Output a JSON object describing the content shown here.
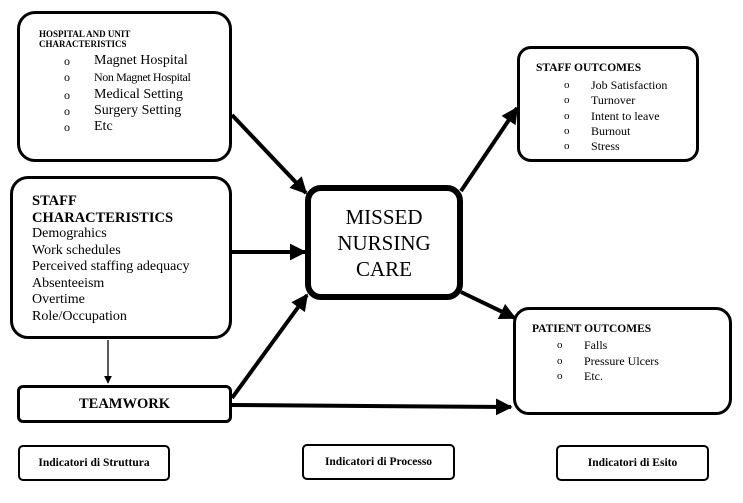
{
  "hospital": {
    "title": "HOSPITAL AND UNIT CHARACTERISTICS",
    "bullet": "o",
    "items": [
      "Magnet Hospital",
      "Non Magnet Hospital",
      "Medical Setting",
      "Surgery Setting",
      "Etc"
    ]
  },
  "staff_characteristics": {
    "title": "STAFF CHARACTERISTICS",
    "items": [
      "Demograhics",
      "Work schedules",
      "Perceived staffing adequacy",
      "Absenteeism",
      "Overtime",
      "Role/Occupation"
    ]
  },
  "teamwork": {
    "label": "TEAMWORK"
  },
  "missed_care": {
    "lines": [
      "MISSED",
      "NURSING",
      "CARE"
    ]
  },
  "staff_outcomes": {
    "title": "STAFF OUTCOMES",
    "bullet": "o",
    "items": [
      "Job Satisfaction",
      "Turnover",
      "Intent to leave",
      "Burnout",
      "Stress"
    ]
  },
  "patient_outcomes": {
    "title": "PATIENT OUTCOMES",
    "bullet": "o",
    "items": [
      "Falls",
      "Pressure Ulcers",
      "Etc."
    ]
  },
  "footer": {
    "structure": "Indicatori di Struttura",
    "process": "Indicatori di Processo",
    "outcome": "Indicatori di Esito"
  }
}
